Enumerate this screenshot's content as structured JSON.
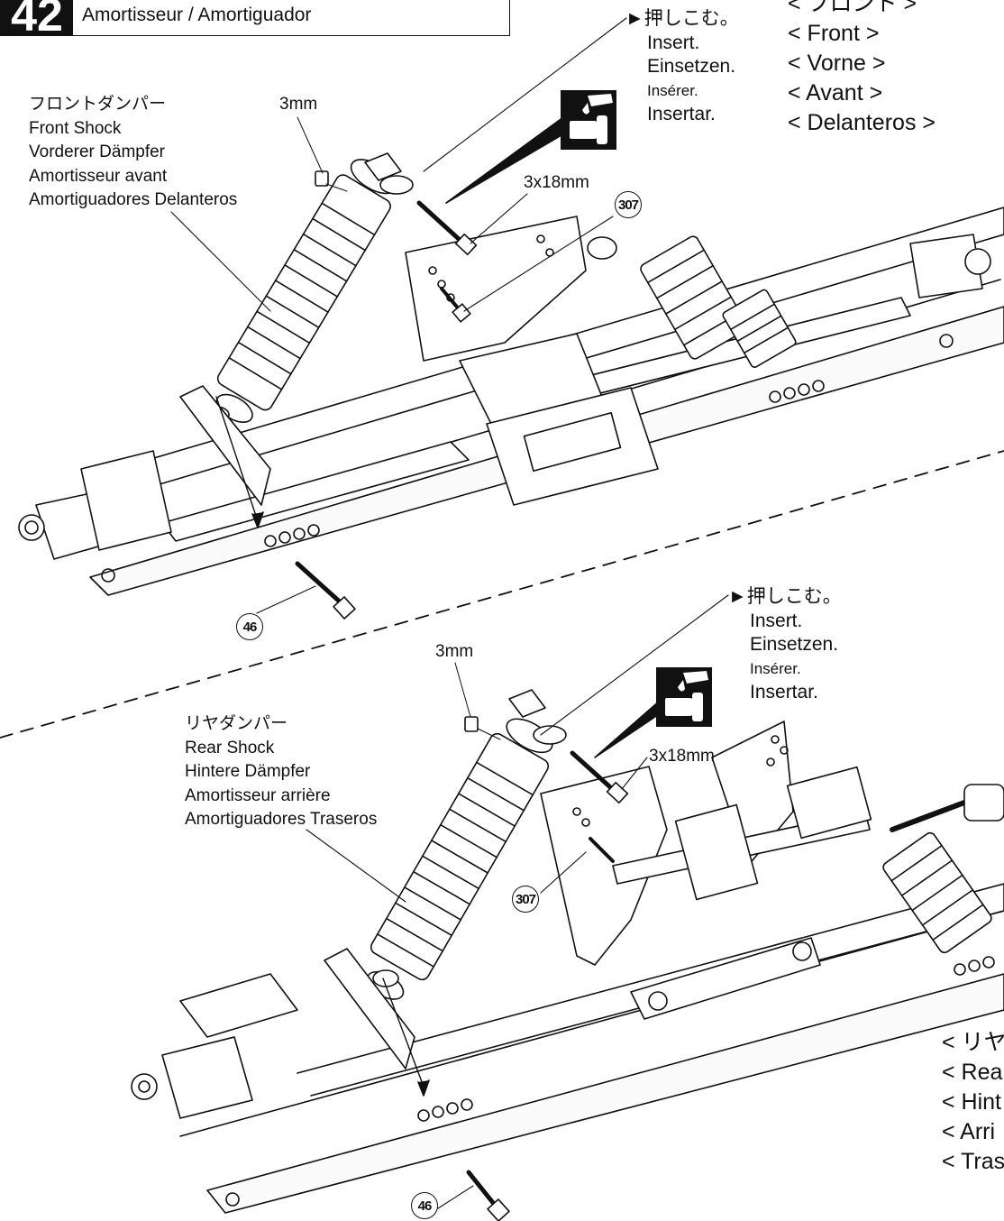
{
  "step": {
    "number": "42",
    "title": "Amortisseur / Amortiguador"
  },
  "front": {
    "insert": {
      "ja": "►押しこむ。",
      "en": "Insert.",
      "de": "Einsetzen.",
      "fr": "Insérer.",
      "es": "Insertar."
    },
    "section_labels": [
      "< フロント >",
      "< Front >",
      "< Vorne >",
      "< Avant >",
      "< Delanteros >"
    ],
    "shock_label": {
      "ja": "フロントダンパー",
      "en": "Front Shock",
      "de": "Vorderer Dämpfer",
      "fr": "Amortisseur avant",
      "es": "Amortiguadores Delanteros"
    },
    "nut_size": "3mm",
    "screw_size": "3x18mm",
    "part_upper": "307",
    "part_lower": "46"
  },
  "rear": {
    "insert": {
      "ja": "►押しこむ。",
      "en": "Insert.",
      "de": "Einsetzen.",
      "fr": "Insérer.",
      "es": "Insertar."
    },
    "section_labels": [
      "< リヤ",
      "< Rea",
      "< Hint",
      "< Arri",
      "< Tras"
    ],
    "shock_label": {
      "ja": "リヤダンパー",
      "en": "Rear Shock",
      "de": "Hintere Dämpfer",
      "fr": "Amortisseur arrière",
      "es": "Amortiguadores Traseros"
    },
    "nut_size": "3mm",
    "screw_size": "3x18mm",
    "part_upper": "307",
    "part_lower": "46"
  }
}
